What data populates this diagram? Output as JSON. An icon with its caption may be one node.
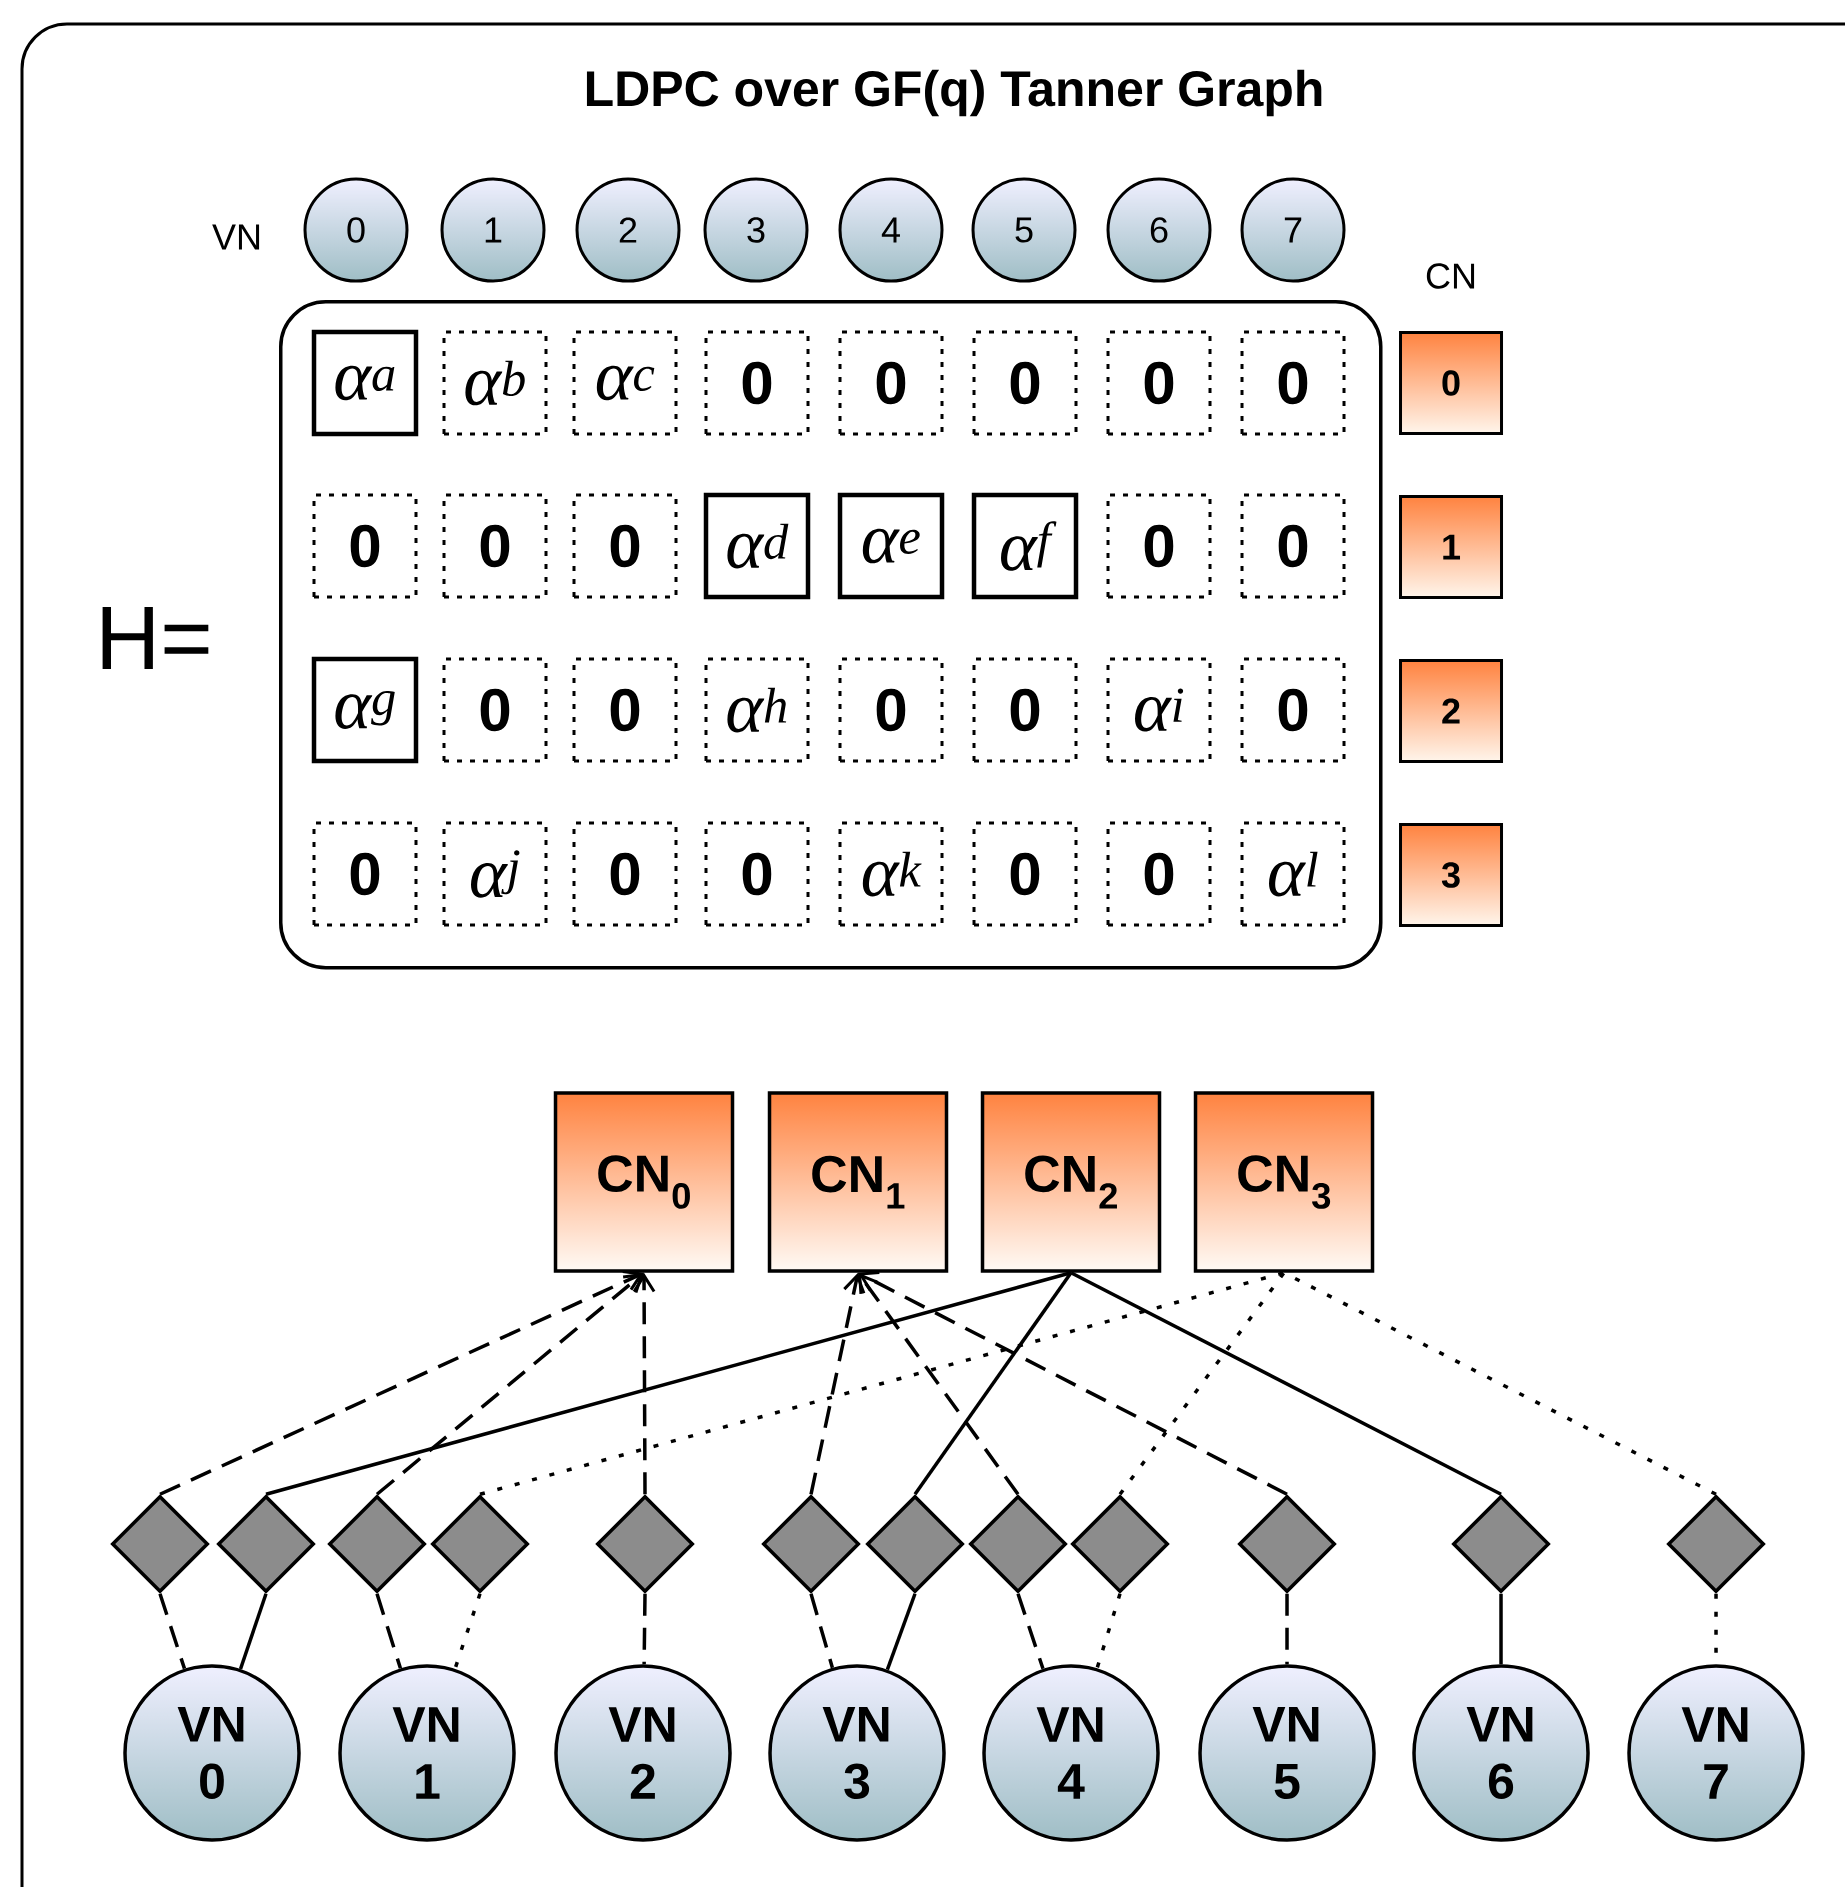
{
  "diagram": {
    "title": "LDPC over GF(q) Tanner Graph",
    "nodes": [
      {
        "text": [
          "0"
        ]
      },
      {
        "text": [
          "1"
        ]
      },
      {
        "text": [
          "2"
        ]
      },
      {
        "text": [
          "3"
        ]
      },
      {
        "text": [
          "4"
        ]
      },
      {
        "text": [
          "5"
        ]
      },
      {
        "text": [
          "6"
        ]
      },
      {
        "text": [
          "7"
        ]
      },
      {
        "text": [],
        "shape": "box"
      },
      {
        "text": [
          "α$^{a}$"
        ],
        "in": 8
      },
      {
        "text": [
          "α$^{b}$"
        ],
        "in": 8
      },
      {
        "text": [
          "α$^{c}$"
        ],
        "in": 8
      },
      {
        "text": [
          "0"
        ],
        "in": 8
      },
      {
        "text": [
          "0"
        ],
        "in": 8
      },
      {
        "text": [
          "0"
        ],
        "in": 8
      },
      {
        "text": [
          "0"
        ],
        "in": 8
      },
      {
        "text": [
          "0"
        ],
        "in": 8
      },
      {
        "text": [
          "0"
        ],
        "in": 8
      },
      {
        "text": [
          "0"
        ],
        "in": 8
      },
      {
        "text": [
          "0"
        ],
        "in": 8
      },
      {
        "text": [
          "α$^{d}$"
        ],
        "in": 8
      },
      {
        "text": [
          "α$^{e}$"
        ],
        "in": 8
      },
      {
        "text": [
          "α$^{f}$"
        ],
        "in": 8
      },
      {
        "text": [
          "0"
        ],
        "in": 8
      },
      {
        "text": [
          "0"
        ],
        "in": 8
      },
      {
        "text": [
          "α$^{g}$"
        ],
        "in": 8
      },
      {
        "text": [
          "0"
        ],
        "in": 8
      },
      {
        "text": [
          "0"
        ],
        "in": 8
      },
      {
        "text": [
          "α$^{h}$"
        ],
        "in": 8
      },
      {
        "text": [
          "0"
        ],
        "in": 8
      },
      {
        "text": [
          "0"
        ],
        "in": 8
      },
      {
        "text": [
          "α$^{i}$"
        ],
        "in": 8
      },
      {
        "text": [
          "0"
        ],
        "in": 8
      },
      {
        "text": [
          "0"
        ],
        "in": 8
      },
      {
        "text": [
          "α$^{j}$"
        ],
        "in": 8
      },
      {
        "text": [
          "0"
        ],
        "in": 8
      },
      {
        "text": [
          "0"
        ],
        "in": 8
      },
      {
        "text": [
          "α$^{k}$"
        ],
        "in": 8
      },
      {
        "text": [
          "0"
        ],
        "in": 8
      },
      {
        "text": [
          "0"
        ],
        "in": 8
      },
      {
        "text": [
          "α$^{l}$"
        ],
        "in": 8
      },
      {
        "text": [
          "0"
        ]
      },
      {
        "text": [
          "1"
        ]
      },
      {
        "text": [
          "2"
        ]
      },
      {
        "text": [
          "3"
        ]
      },
      {
        "text": [
          "CN$_{0}$"
        ]
      },
      {
        "text": [
          "CN$_{1}$"
        ]
      },
      {
        "text": [
          "CN$_{2}$"
        ]
      },
      {
        "text": [
          "CN$_{3}$"
        ]
      },
      {
        "text": [],
        "shape": "diamond"
      },
      {
        "text": [],
        "shape": "diamond"
      },
      {
        "text": [],
        "shape": "diamond"
      },
      {
        "text": [],
        "shape": "diamond"
      },
      {
        "text": [],
        "shape": "diamond"
      },
      {
        "text": [],
        "shape": "diamond"
      },
      {
        "text": [],
        "shape": "diamond"
      },
      {
        "text": [],
        "shape": "diamond"
      },
      {
        "text": [],
        "shape": "diamond"
      },
      {
        "text": [],
        "shape": "diamond"
      },
      {
        "text": [],
        "shape": "diamond"
      },
      {
        "text": [],
        "shape": "diamond"
      },
      {
        "text": [
          "VN 0"
        ]
      },
      {
        "text": [
          "VN 1"
        ]
      },
      {
        "text": [
          "VN 2"
        ]
      },
      {
        "text": [
          "VN 3"
        ]
      },
      {
        "text": [
          "VN 4"
        ]
      },
      {
        "text": [
          "VN 5"
        ]
      },
      {
        "text": [
          "VN 6"
        ]
      },
      {
        "text": [
          "VN 7"
        ]
      }
    ],
    "edges": [
      {
        "from": 49,
        "to": 45,
        "arrow": "to",
        "style": "dashed"
      },
      {
        "from": 49,
        "to": 61,
        "arrow": "none",
        "style": "dashed"
      },
      {
        "from": 50,
        "to": 47,
        "arrow": "none"
      },
      {
        "from": 50,
        "to": 61,
        "arrow": "none"
      },
      {
        "from": 51,
        "to": 45,
        "arrow": "to",
        "style": "dashed"
      },
      {
        "from": 51,
        "to": 62,
        "arrow": "none",
        "style": "dashed"
      },
      {
        "from": 52,
        "to": 48,
        "arrow": "none",
        "style": "dashed"
      },
      {
        "from": 52,
        "to": 62,
        "arrow": "none",
        "style": "dashed"
      },
      {
        "from": 53,
        "to": 45,
        "arrow": "to",
        "style": "dashed"
      },
      {
        "from": 53,
        "to": 63,
        "arrow": "none",
        "style": "dashed"
      },
      {
        "from": 54,
        "to": 46,
        "arrow": "to",
        "style": "dashed"
      },
      {
        "from": 54,
        "to": 64,
        "arrow": "none",
        "style": "dashed"
      },
      {
        "from": 55,
        "to": 47,
        "arrow": "none"
      },
      {
        "from": 55,
        "to": 64,
        "arrow": "none"
      },
      {
        "from": 56,
        "to": 46,
        "arrow": "to",
        "style": "dashed"
      },
      {
        "from": 56,
        "to": 65,
        "arrow": "none",
        "style": "dashed"
      },
      {
        "from": 57,
        "to": 48,
        "arrow": "none",
        "style": "dashed"
      },
      {
        "from": 57,
        "to": 65,
        "arrow": "none",
        "style": "dashed"
      },
      {
        "from": 58,
        "to": 46,
        "arrow": "to",
        "style": "dashed"
      },
      {
        "from": 58,
        "to": 66,
        "arrow": "none",
        "style": "dashed"
      },
      {
        "from": 59,
        "to": 47,
        "arrow": "none"
      },
      {
        "from": 59,
        "to": 67,
        "arrow": "none"
      },
      {
        "from": 60,
        "to": 48,
        "arrow": "none",
        "style": "dashed"
      },
      {
        "from": 60,
        "to": 68,
        "arrow": "none",
        "style": "dashed"
      }
    ],
    "labels": [
      "VN",
      "CN",
      "H="
    ]
  }
}
